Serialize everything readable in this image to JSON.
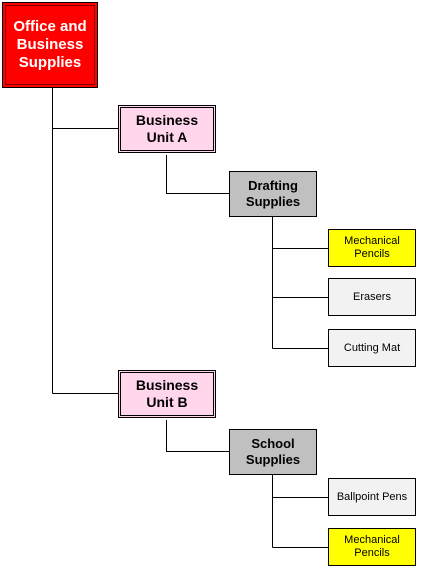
{
  "root": {
    "label": "Office and Business Supplies",
    "color": "#ff0000"
  },
  "units": [
    {
      "label": "Business Unit A",
      "category": {
        "label": "Drafting Supplies",
        "items": [
          {
            "label": "Mechanical Pencils",
            "highlight": true
          },
          {
            "label": "Erasers",
            "highlight": false
          },
          {
            "label": "Cutting Mat",
            "highlight": false
          }
        ]
      }
    },
    {
      "label": "Business Unit B",
      "category": {
        "label": "School Supplies",
        "items": [
          {
            "label": "Ballpoint Pens",
            "highlight": false
          },
          {
            "label": "Mechanical Pencils",
            "highlight": true
          }
        ]
      }
    }
  ],
  "colors": {
    "root": "#ff0000",
    "unit": "#ffd6ec",
    "category": "#c0c0c0",
    "highlight": "#ffff00",
    "plain": "#f2f2f2"
  }
}
